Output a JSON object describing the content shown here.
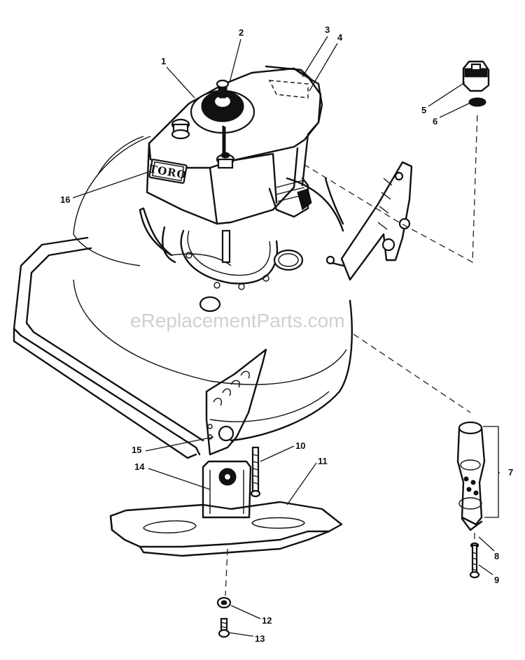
{
  "brand_logo": "TORO",
  "watermark": "eReplacementParts.com",
  "callouts": [
    {
      "id": "c1",
      "label": "1"
    },
    {
      "id": "c2",
      "label": "2"
    },
    {
      "id": "c3",
      "label": "3"
    },
    {
      "id": "c4",
      "label": "4"
    },
    {
      "id": "c5",
      "label": "5"
    },
    {
      "id": "c6",
      "label": "6"
    },
    {
      "id": "c7",
      "label": "7"
    },
    {
      "id": "c8",
      "label": "8"
    },
    {
      "id": "c9",
      "label": "9"
    },
    {
      "id": "c10",
      "label": "10"
    },
    {
      "id": "c11",
      "label": "11"
    },
    {
      "id": "c12",
      "label": "12"
    },
    {
      "id": "c13",
      "label": "13"
    },
    {
      "id": "c14",
      "label": "14"
    },
    {
      "id": "c15",
      "label": "15"
    },
    {
      "id": "c16",
      "label": "16"
    }
  ],
  "colors": {
    "line": "#111111",
    "background": "#ffffff",
    "watermark": "#c8c8c8"
  }
}
